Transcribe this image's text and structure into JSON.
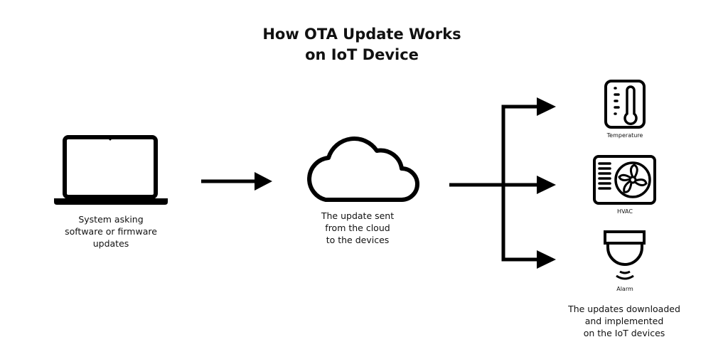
{
  "title": {
    "line1": "How OTA Update Works",
    "line2": "on IoT Device"
  },
  "source": {
    "icon": "laptop-icon",
    "caption": [
      "System asking",
      "software or firmware",
      "updates"
    ]
  },
  "cloud": {
    "icon": "cloud-icon",
    "caption": [
      "The update sent",
      "from the cloud",
      "to the devices"
    ]
  },
  "devices": [
    {
      "label": "Temperature",
      "icon": "thermometer-icon"
    },
    {
      "label": "HVAC",
      "icon": "hvac-fan-icon"
    },
    {
      "label": "Alarm",
      "icon": "alarm-camera-icon"
    }
  ],
  "devices_caption": [
    "The updates downloaded",
    "and implemented",
    "on the IoT devices"
  ],
  "colors": {
    "stroke": "#000000",
    "background": "#ffffff"
  }
}
